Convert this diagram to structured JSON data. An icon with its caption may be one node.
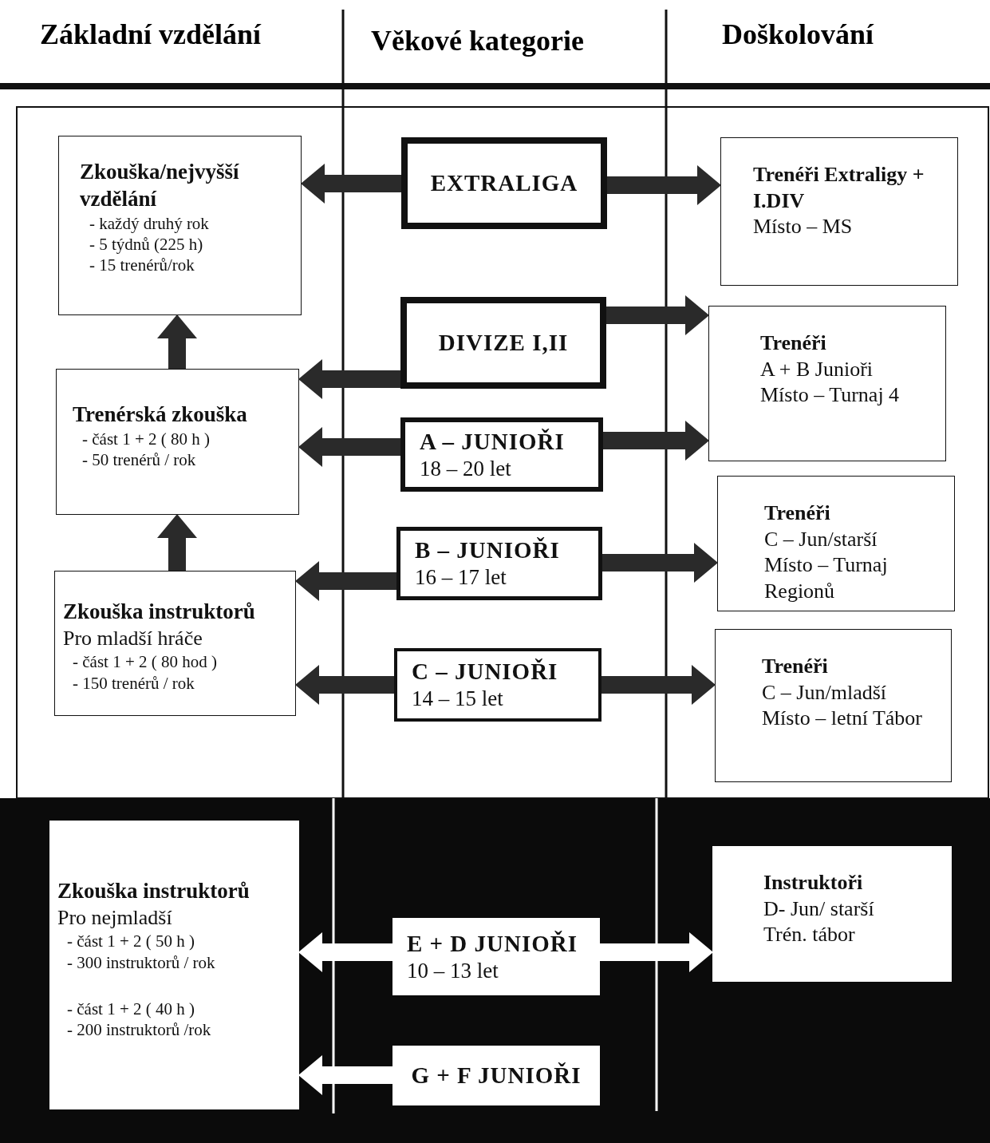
{
  "diagram": {
    "nodes": [
      {
        "text": [
          "Zkouška/nejvyšší vzdělání",
          "- každý druhý rok",
          "- 5 týdnů (225 h)",
          "- 15 trenérů/rok"
        ]
      },
      {
        "text": [
          "Trenérská zkouška",
          "- část 1 + 2 ( 80 h )",
          "- 50 trenérů / rok"
        ]
      },
      {
        "text": [
          "Zkouška instruktorů",
          "Pro mladší hráče",
          "- část 1 + 2 ( 80 hod )",
          "- 150 trenérů / rok"
        ]
      },
      {
        "text": [
          "EXTRALIGA"
        ]
      },
      {
        "text": [
          "DIVIZE I,II"
        ]
      },
      {
        "text": [
          "A – JUNIOŘI",
          "18 – 20 let"
        ]
      },
      {
        "text": [
          "B – JUNIOŘI",
          "16 – 17 let"
        ]
      },
      {
        "text": [
          "C – JUNIOŘI",
          "14 – 15 let"
        ]
      },
      {
        "text": [
          "Trenéři Extraligy + I.DIV",
          "Místo – MS"
        ]
      },
      {
        "text": [
          "Trenéři",
          "A + B Junioři",
          "Místo – Turnaj 4"
        ]
      },
      {
        "text": [
          "Trenéři",
          "C – Jun/starší",
          "Místo – Turnaj Regionů"
        ]
      },
      {
        "text": [
          "Trenéři",
          "C – Jun/mladší",
          "Místo – letní Tábor"
        ]
      },
      {
        "text": [
          "Zkouška instruktorů",
          "Pro nejmladší",
          "- část 1 + 2 ( 50 h )",
          "- 300 instruktorů / rok",
          "- část 1 + 2 ( 40 h )",
          "- 200 instruktorů /rok"
        ]
      },
      {
        "text": [
          "E + D JUNIOŘI",
          "10 – 13 let"
        ]
      },
      {
        "text": [
          "G + F JUNIOŘI"
        ]
      },
      {
        "text": [
          "Instruktoři",
          "D- Jun/ starší",
          "Trén. tábor"
        ]
      }
    ],
    "edges": [
      {
        "from": 2,
        "to": 1,
        "arrow": "to"
      },
      {
        "from": 1,
        "to": 0,
        "arrow": "to"
      },
      {
        "from": 3,
        "to": 0,
        "arrow": "to"
      },
      {
        "from": 3,
        "to": 8,
        "arrow": "to"
      },
      {
        "from": 4,
        "to": 1,
        "arrow": "to"
      },
      {
        "from": 4,
        "to": 9,
        "arrow": "to"
      },
      {
        "from": 5,
        "to": 1,
        "arrow": "to"
      },
      {
        "from": 5,
        "to": 9,
        "arrow": "to"
      },
      {
        "from": 6,
        "to": 2,
        "arrow": "to"
      },
      {
        "from": 6,
        "to": 10,
        "arrow": "to"
      },
      {
        "from": 7,
        "to": 2,
        "arrow": "to"
      },
      {
        "from": 7,
        "to": 11,
        "arrow": "to"
      },
      {
        "from": 13,
        "to": 12,
        "arrow": "to",
        "color": "#ffffff"
      },
      {
        "from": 13,
        "to": 15,
        "arrow": "to",
        "color": "#ffffff"
      },
      {
        "from": 14,
        "to": 12,
        "arrow": "to",
        "color": "#ffffff"
      }
    ],
    "labels": [
      "Základní vzdělání",
      "Věkové kategorie",
      "Doškolování"
    ]
  }
}
